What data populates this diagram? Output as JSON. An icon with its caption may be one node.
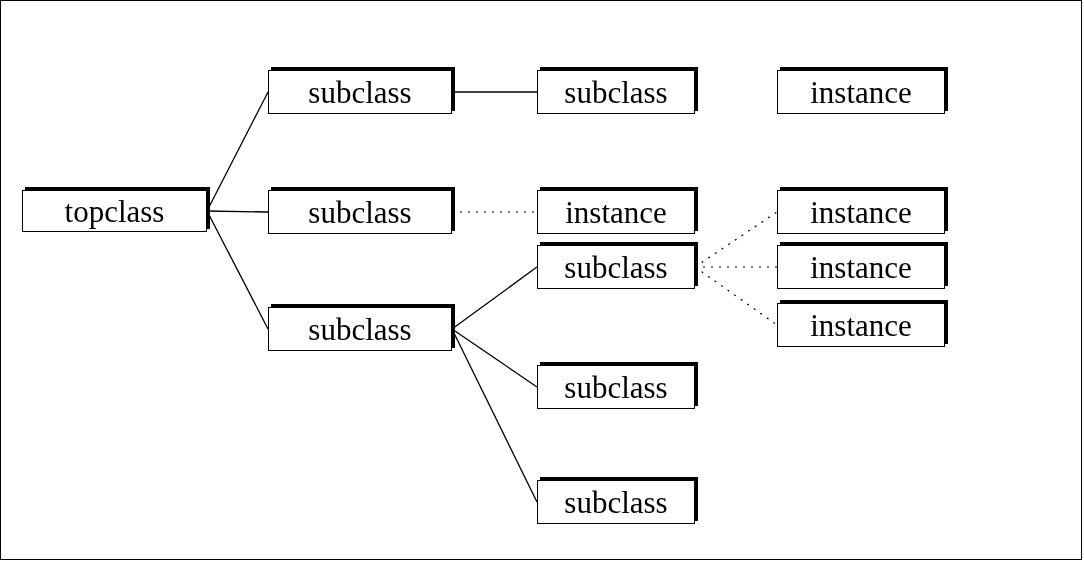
{
  "diagram": {
    "nodes": [
      {
        "text": [
          "topclass"
        ]
      },
      {
        "text": [
          "subclass"
        ]
      },
      {
        "text": [
          "subclass"
        ]
      },
      {
        "text": [
          "subclass"
        ]
      },
      {
        "text": [
          "subclass"
        ]
      },
      {
        "text": [
          "instance"
        ]
      },
      {
        "text": [
          "instance"
        ]
      },
      {
        "text": [
          "instance"
        ]
      },
      {
        "text": [
          "subclass"
        ]
      },
      {
        "text": [
          "instance"
        ]
      },
      {
        "text": [
          "instance"
        ]
      },
      {
        "text": [
          "subclass"
        ]
      },
      {
        "text": [
          "subclass"
        ]
      }
    ],
    "edges": [
      {
        "from": 0,
        "to": 1,
        "arrow": "none"
      },
      {
        "from": 0,
        "to": 2,
        "arrow": "none"
      },
      {
        "from": 0,
        "to": 3,
        "arrow": "none"
      },
      {
        "from": 1,
        "to": 4,
        "arrow": "none"
      },
      {
        "from": 2,
        "to": 6,
        "arrow": "none",
        "style": "dashed"
      },
      {
        "from": 3,
        "to": 8,
        "arrow": "none"
      },
      {
        "from": 3,
        "to": 11,
        "arrow": "none"
      },
      {
        "from": 3,
        "to": 12,
        "arrow": "none"
      },
      {
        "from": 8,
        "to": 7,
        "arrow": "none",
        "style": "dashed"
      },
      {
        "from": 8,
        "to": 9,
        "arrow": "none",
        "style": "dashed"
      },
      {
        "from": 8,
        "to": 10,
        "arrow": "none",
        "style": "dashed"
      }
    ]
  }
}
